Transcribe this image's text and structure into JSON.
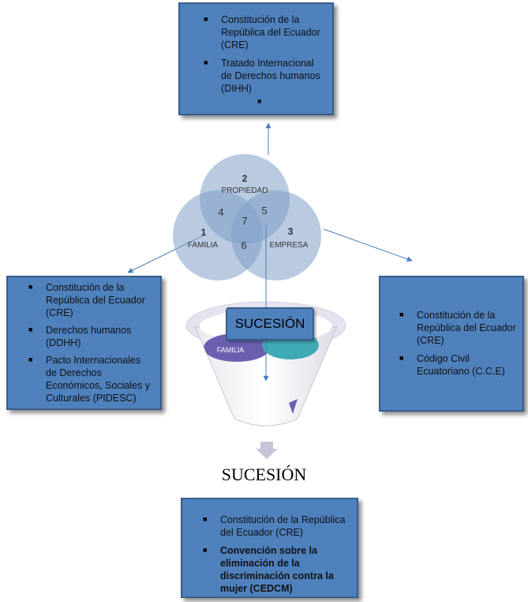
{
  "top_box": {
    "items": [
      "Constitución de la República del Ecuador (CRE)",
      "Tratado Internacional de Derechos humanos (DIHH)",
      ""
    ]
  },
  "left_box": {
    "items": [
      "Constitución de la República del Ecuador (CRE)",
      "Derechos humanos (DDHH)",
      "Pacto Internacionales de Derechos Económicos, Sociales y Culturales (PIDESC)"
    ]
  },
  "right_box": {
    "items": [
      "Constitución de la República del Ecuador (CRE)",
      "Código Civil Ecuatoriano (C.C.E)"
    ]
  },
  "bottom_box": {
    "items": [
      "Constitución de la República del Ecuador (CRE)",
      "Convención sobre la eliminación de la discriminación contra la mujer (CEDCM)"
    ]
  },
  "venn": {
    "circle_2_num": "2",
    "circle_2_label": "PROPIEDAD",
    "circle_1_num": "1",
    "circle_1_label": "FAMILIA",
    "circle_3_num": "3",
    "circle_3_label": "EMPRESA",
    "overlap_4": "4",
    "overlap_5": "5",
    "overlap_6": "6",
    "overlap_7": "7"
  },
  "funnel": {
    "label": "SUCESIÓN",
    "inner_label": "FAMILIA"
  },
  "result_title": "SUCESIÓN",
  "colors": {
    "box_fill": "#4f81bd",
    "box_border": "#385d8a",
    "venn_fill": "#7f9fc8",
    "funnel_purple": "#6a5fae",
    "funnel_teal": "#3fa9b5",
    "arrow_gray": "#c7c3d9"
  }
}
